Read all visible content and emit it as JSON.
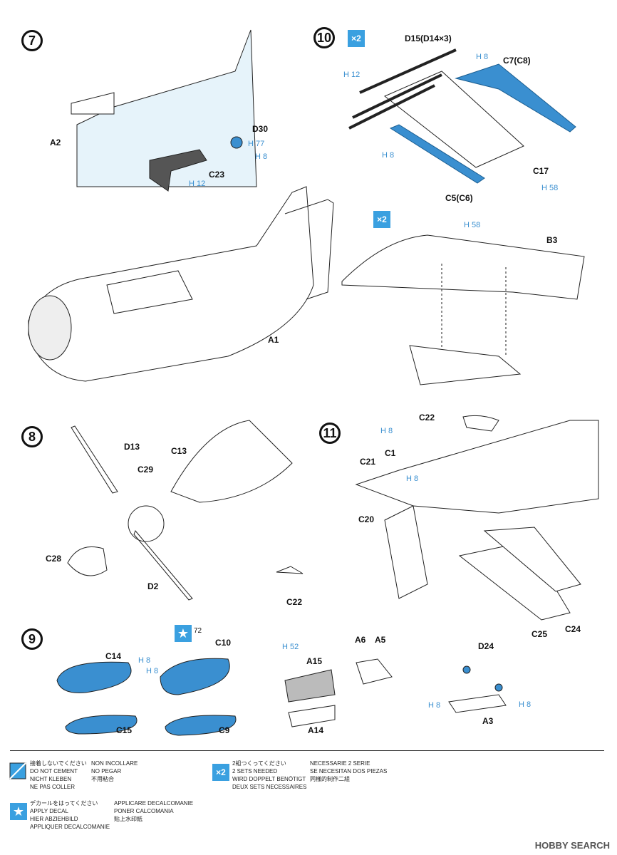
{
  "steps": {
    "s7": "7",
    "s10": "10",
    "s8": "8",
    "s11": "11",
    "s9": "9"
  },
  "badges": {
    "x2": "×2",
    "decal_no": "72"
  },
  "labels": {
    "a2": "A2",
    "d30": "D30",
    "h77": "H 77",
    "h8": "H 8",
    "c23": "C23",
    "h12": "H 12",
    "a1": "A1",
    "d15": "D15(D14×3)",
    "c7": "C7(C8)",
    "c17": "C17",
    "h58": "H 58",
    "c5": "C5(C6)",
    "b3": "B3",
    "d13": "D13",
    "c13": "C13",
    "c29": "C29",
    "c28": "C28",
    "d2": "D2",
    "c22": "C22",
    "c1": "C1",
    "c21": "C21",
    "c20": "C20",
    "c25": "C25",
    "c24": "C24",
    "c14": "C14",
    "c15": "C15",
    "c10": "C10",
    "c9": "C9",
    "h52": "H 52",
    "a15": "A15",
    "a14": "A14",
    "a6": "A6",
    "a5": "A5",
    "d24": "D24",
    "a3": "A3"
  },
  "legend": {
    "no_cement": [
      "接着しないでください",
      "DO NOT CEMENT",
      "NICHT KLEBEN",
      "NE PAS COLLER",
      "NON INCOLLARE",
      "NO PEGAR",
      "不用粘合"
    ],
    "two_sets": [
      "2組つくってください",
      "2 SETS NEEDED",
      "WIRD DOPPELT BENÖTIGT",
      "DEUX SETS NECESSAIRES",
      "NECESSARIE 2 SERIE",
      "SE NECESITAN DOS PIEZAS",
      "同樣的制作二組"
    ],
    "decal": [
      "デカールをはってください",
      "APPLY DECAL",
      "HIER ABZIEHBILD",
      "APPLIQUER DECALCOMANIE",
      "APPLICARE DECALCOMANIE",
      "PONER CALCOMANIA",
      "貼上水印紙"
    ]
  },
  "watermark": "HOBBY SEARCH"
}
